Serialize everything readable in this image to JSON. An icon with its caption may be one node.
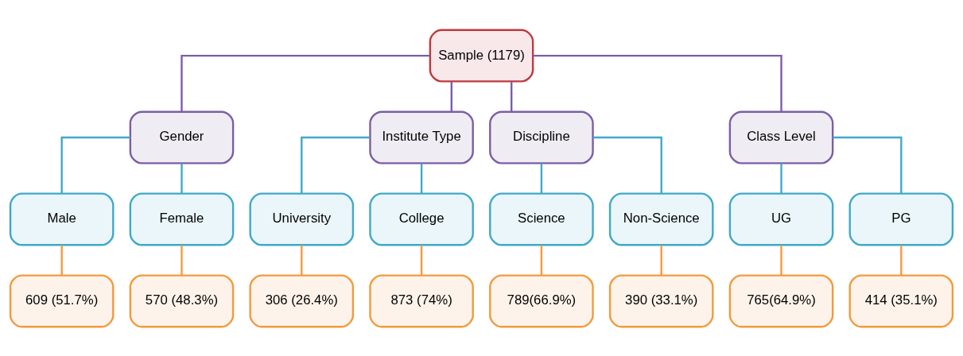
{
  "diagram": {
    "nodes": [
      {
        "text": [
          "Sample (1179)"
        ]
      },
      {
        "text": [
          "Gender"
        ]
      },
      {
        "text": [
          "Institute Type"
        ]
      },
      {
        "text": [
          "Discipline"
        ]
      },
      {
        "text": [
          "Class Level"
        ]
      },
      {
        "text": [
          "Male"
        ]
      },
      {
        "text": [
          "Female"
        ]
      },
      {
        "text": [
          "University"
        ]
      },
      {
        "text": [
          "College"
        ]
      },
      {
        "text": [
          "Science"
        ]
      },
      {
        "text": [
          "Non-Science"
        ]
      },
      {
        "text": [
          "UG"
        ]
      },
      {
        "text": [
          "PG"
        ]
      },
      {
        "text": [
          "609 (51.7%)"
        ]
      },
      {
        "text": [
          "570 (48.3%)"
        ]
      },
      {
        "text": [
          "306 (26.4%)"
        ]
      },
      {
        "text": [
          "873 (74%)"
        ]
      },
      {
        "text": [
          "789(66.9%)"
        ]
      },
      {
        "text": [
          "390 (33.1%)"
        ]
      },
      {
        "text": [
          "765(64.9%)"
        ]
      },
      {
        "text": [
          "414 (35.1%)"
        ]
      }
    ],
    "edges": [
      {
        "from": 0,
        "to": 1,
        "arrow": "none",
        "color": "#7b5ea7"
      },
      {
        "from": 0,
        "to": 2,
        "arrow": "none",
        "color": "#7b5ea7"
      },
      {
        "from": 0,
        "to": 3,
        "arrow": "none",
        "color": "#7b5ea7"
      },
      {
        "from": 0,
        "to": 4,
        "arrow": "none",
        "color": "#7b5ea7"
      },
      {
        "from": 1,
        "to": 5,
        "arrow": "none",
        "color": "#3fa9c8"
      },
      {
        "from": 1,
        "to": 6,
        "arrow": "none",
        "color": "#3fa9c8"
      },
      {
        "from": 2,
        "to": 7,
        "arrow": "none",
        "color": "#3fa9c8"
      },
      {
        "from": 2,
        "to": 8,
        "arrow": "none",
        "color": "#3fa9c8"
      },
      {
        "from": 3,
        "to": 9,
        "arrow": "none",
        "color": "#3fa9c8"
      },
      {
        "from": 3,
        "to": 10,
        "arrow": "none",
        "color": "#3fa9c8"
      },
      {
        "from": 4,
        "to": 11,
        "arrow": "none",
        "color": "#3fa9c8"
      },
      {
        "from": 4,
        "to": 12,
        "arrow": "none",
        "color": "#3fa9c8"
      },
      {
        "from": 5,
        "to": 13,
        "arrow": "none",
        "color": "#f39a3c"
      },
      {
        "from": 6,
        "to": 14,
        "arrow": "none",
        "color": "#f39a3c"
      },
      {
        "from": 7,
        "to": 15,
        "arrow": "none",
        "color": "#f39a3c"
      },
      {
        "from": 8,
        "to": 16,
        "arrow": "none",
        "color": "#f39a3c"
      },
      {
        "from": 9,
        "to": 17,
        "arrow": "none",
        "color": "#f39a3c"
      },
      {
        "from": 10,
        "to": 18,
        "arrow": "none",
        "color": "#f39a3c"
      },
      {
        "from": 11,
        "to": 19,
        "arrow": "none",
        "color": "#f39a3c"
      },
      {
        "from": 12,
        "to": 20,
        "arrow": "none",
        "color": "#f39a3c"
      }
    ]
  }
}
